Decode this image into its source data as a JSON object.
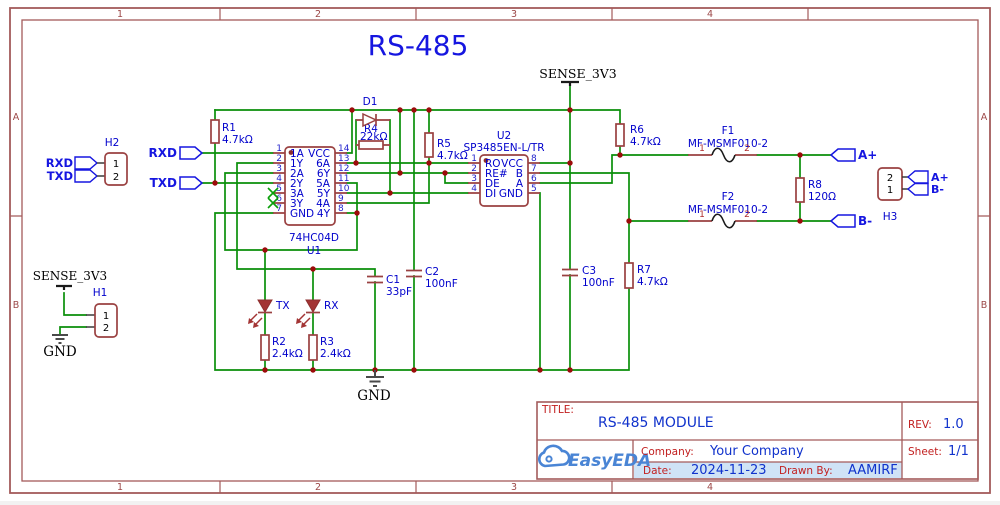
{
  "sheet": {
    "title": "RS-485",
    "frame": {
      "columns": [
        "1",
        "2",
        "3",
        "4"
      ],
      "rows": [
        "A",
        "B"
      ]
    }
  },
  "colors": {
    "wire_green": "#0a8f0a",
    "symbol_maroon": "#9a4141",
    "junction_red": "#9c0b0b",
    "label_blue": "#0000cc",
    "net_text_red": "#d40b0b",
    "frame_maroon": "#a35b5b",
    "logo_blue": "#4a85d5",
    "date_row_highlight": "#cfe3f6",
    "title_blue": "#1616e0"
  },
  "nets": {
    "rxd": "RXD",
    "txd": "TXD",
    "sense_3v3": "SENSE_3V3",
    "gnd": "GND",
    "a_plus": "A+",
    "b_minus": "B-"
  },
  "components": {
    "u1": {
      "ref": "U1",
      "part": "74HC04D",
      "left_pins": [
        {
          "num": "1",
          "name": "1A"
        },
        {
          "num": "2",
          "name": "1Y"
        },
        {
          "num": "3",
          "name": "2A"
        },
        {
          "num": "4",
          "name": "2Y"
        },
        {
          "num": "5",
          "name": "3A"
        },
        {
          "num": "6",
          "name": "3Y"
        },
        {
          "num": "7",
          "name": "GND"
        }
      ],
      "right_pins": [
        {
          "num": "14",
          "name": "VCC"
        },
        {
          "num": "13",
          "name": "6A"
        },
        {
          "num": "12",
          "name": "6Y"
        },
        {
          "num": "11",
          "name": "5A"
        },
        {
          "num": "10",
          "name": "5Y"
        },
        {
          "num": "9",
          "name": "4A"
        },
        {
          "num": "8",
          "name": "4Y"
        }
      ]
    },
    "u2": {
      "ref": "U2",
      "part": "SP3485EN-L/TR",
      "left_pins": [
        {
          "num": "1",
          "name": "RO"
        },
        {
          "num": "2",
          "name": "RE#"
        },
        {
          "num": "3",
          "name": "DE"
        },
        {
          "num": "4",
          "name": "DI"
        }
      ],
      "right_pins": [
        {
          "num": "8",
          "name": "VCC"
        },
        {
          "num": "7",
          "name": "B"
        },
        {
          "num": "6",
          "name": "A"
        },
        {
          "num": "5",
          "name": "GND"
        }
      ]
    },
    "r1": {
      "ref": "R1",
      "value": "4.7kΩ"
    },
    "r2": {
      "ref": "R2",
      "value": "2.4kΩ"
    },
    "r3": {
      "ref": "R3",
      "value": "2.4kΩ"
    },
    "r4": {
      "ref": "R4",
      "value": "22kΩ"
    },
    "r5": {
      "ref": "R5",
      "value": "4.7kΩ"
    },
    "r6": {
      "ref": "R6",
      "value": "4.7kΩ"
    },
    "r7": {
      "ref": "R7",
      "value": "4.7kΩ"
    },
    "r8": {
      "ref": "R8",
      "value": "120Ω"
    },
    "c1": {
      "ref": "C1",
      "value": "33pF"
    },
    "c2": {
      "ref": "C2",
      "value": "100nF"
    },
    "c3": {
      "ref": "C3",
      "value": "100nF"
    },
    "d1": {
      "ref": "D1"
    },
    "led_tx": {
      "label": "TX"
    },
    "led_rx": {
      "label": "RX"
    },
    "f1": {
      "ref": "F1",
      "part": "MF-MSMF010-2",
      "pins": [
        "1",
        "2"
      ]
    },
    "f2": {
      "ref": "F2",
      "part": "MF-MSMF010-2",
      "pins": [
        "1",
        "2"
      ]
    },
    "h1": {
      "ref": "H1",
      "pins": [
        "1",
        "2"
      ]
    },
    "h2": {
      "ref": "H2",
      "pins": [
        "1",
        "2"
      ]
    },
    "h3": {
      "ref": "H3",
      "pins": [
        "2",
        "1"
      ]
    }
  },
  "title_block": {
    "title_label": "TITLE:",
    "title": "RS-485 MODULE",
    "rev_label": "REV:",
    "rev": "1.0",
    "logo_text": "EasyEDA",
    "company_label": "Company:",
    "company": "Your Company",
    "sheet_label": "Sheet:",
    "sheet": "1/1",
    "date_label": "Date:",
    "date": "2024-11-23",
    "drawn_by_label": "Drawn By:",
    "drawn_by": "AAMIRF"
  }
}
